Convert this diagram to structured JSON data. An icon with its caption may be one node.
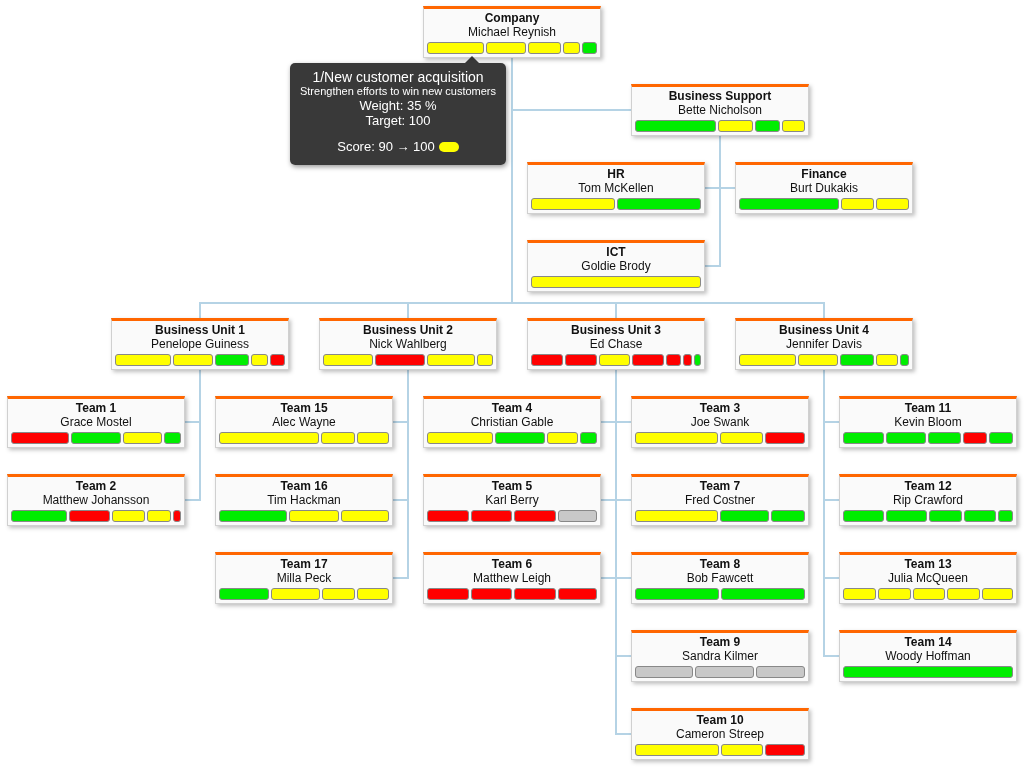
{
  "diagram": {
    "nodes": [
      {
        "text": [
          "Company",
          "Michael Reynish"
        ]
      },
      {
        "text": [
          "1/New customer acquisition",
          "Strengthen efforts to win new customers",
          "Weight: 35 %",
          "Target: 100",
          "Score: 90 → 100"
        ]
      },
      {
        "text": [
          "Business Support",
          "Bette Nicholson"
        ]
      },
      {
        "text": [
          "HR",
          "Tom McKellen"
        ]
      },
      {
        "text": [
          "Finance",
          "Burt Dukakis"
        ]
      },
      {
        "text": [
          "ICT",
          "Goldie Brody"
        ]
      },
      {
        "text": [
          "Business Unit 1",
          "Penelope Guiness"
        ]
      },
      {
        "text": [
          "Business Unit 2",
          "Nick Wahlberg"
        ]
      },
      {
        "text": [
          "Business Unit 3",
          "Ed Chase"
        ]
      },
      {
        "text": [
          "Business Unit 4",
          "Jennifer Davis"
        ]
      },
      {
        "text": [
          "Team 1",
          "Grace Mostel"
        ]
      },
      {
        "text": [
          "Team 15",
          "Alec Wayne"
        ]
      },
      {
        "text": [
          "Team 4",
          "Christian Gable"
        ]
      },
      {
        "text": [
          "Team 3",
          "Joe Swank"
        ]
      },
      {
        "text": [
          "Team 11",
          "Kevin Bloom"
        ]
      },
      {
        "text": [
          "Team 2",
          "Matthew Johansson"
        ]
      },
      {
        "text": [
          "Team 16",
          "Tim Hackman"
        ]
      },
      {
        "text": [
          "Team 5",
          "Karl Berry"
        ]
      },
      {
        "text": [
          "Team 7",
          "Fred Costner"
        ]
      },
      {
        "text": [
          "Team 12",
          "Rip Crawford"
        ]
      },
      {
        "text": [
          "Team 17",
          "Milla Peck"
        ]
      },
      {
        "text": [
          "Team 6",
          "Matthew Leigh"
        ]
      },
      {
        "text": [
          "Team 8",
          "Bob Fawcett"
        ]
      },
      {
        "text": [
          "Team 13",
          "Julia McQueen"
        ]
      },
      {
        "text": [
          "Team 9",
          "Sandra Kilmer"
        ]
      },
      {
        "text": [
          "Team 14",
          "Woody Hoffman"
        ]
      },
      {
        "text": [
          "Team 10",
          "Cameron Streep"
        ]
      }
    ],
    "edges": [
      {
        "from": 0,
        "to": 2,
        "arrow": "none"
      },
      {
        "from": 2,
        "to": 3,
        "arrow": "none"
      },
      {
        "from": 2,
        "to": 4,
        "arrow": "none"
      },
      {
        "from": 2,
        "to": 5,
        "arrow": "none"
      },
      {
        "from": 0,
        "to": 6,
        "arrow": "none"
      },
      {
        "from": 0,
        "to": 7,
        "arrow": "none"
      },
      {
        "from": 0,
        "to": 8,
        "arrow": "none"
      },
      {
        "from": 0,
        "to": 9,
        "arrow": "none"
      },
      {
        "from": 6,
        "to": 10,
        "arrow": "none"
      },
      {
        "from": 6,
        "to": 15,
        "arrow": "none"
      },
      {
        "from": 7,
        "to": 11,
        "arrow": "none"
      },
      {
        "from": 7,
        "to": 16,
        "arrow": "none"
      },
      {
        "from": 7,
        "to": 20,
        "arrow": "none"
      },
      {
        "from": 8,
        "to": 12,
        "arrow": "none"
      },
      {
        "from": 8,
        "to": 17,
        "arrow": "none"
      },
      {
        "from": 8,
        "to": 21,
        "arrow": "none"
      },
      {
        "from": 8,
        "to": 13,
        "arrow": "none"
      },
      {
        "from": 8,
        "to": 18,
        "arrow": "none"
      },
      {
        "from": 8,
        "to": 22,
        "arrow": "none"
      },
      {
        "from": 8,
        "to": 24,
        "arrow": "none"
      },
      {
        "from": 8,
        "to": 26,
        "arrow": "none"
      },
      {
        "from": 9,
        "to": 14,
        "arrow": "none"
      },
      {
        "from": 9,
        "to": 19,
        "arrow": "none"
      },
      {
        "from": 9,
        "to": 23,
        "arrow": "none"
      },
      {
        "from": 9,
        "to": 25,
        "arrow": "none"
      }
    ]
  }
}
